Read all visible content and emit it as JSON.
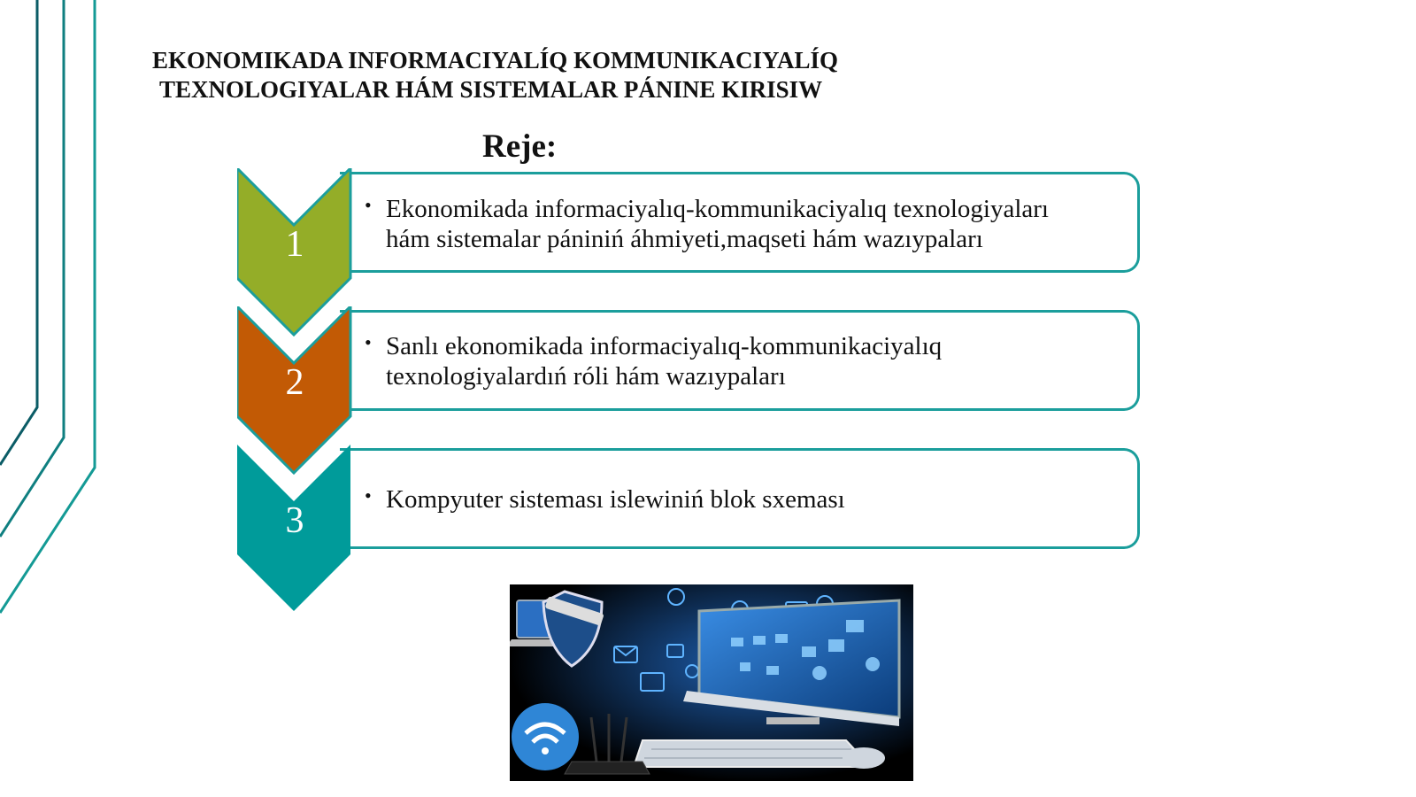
{
  "slide": {
    "title_line1": "EKONOMIKADA INFORMACIYALÍQ KOMMUNIKACIYALÍQ",
    "title_line2": "TEXNOLOGIYALAR HÁM SISTEMALAR PÁNINE KIRISIW",
    "plan_heading": "Reje:"
  },
  "items": [
    {
      "number": "1",
      "color": "#94ad28",
      "text_line1": "Ekonomikada informaciyalıq-kommunikaciyalıq texnologiyaları",
      "text_line2": "hám sistemalar pániniń áhmiyeti,maqseti hám wazıypaları"
    },
    {
      "number": "2",
      "color": "#c25a05",
      "text_line1": "Sanlı ekonomikada informaciyalıq-kommunikaciyalıq",
      "text_line2": "texnologiyalardıń róli hám wazıypaları"
    },
    {
      "number": "3",
      "color": "#009b9a",
      "text_line1": "Kompyuter sisteması islewiniń blok sxeması",
      "text_line2": ""
    }
  ],
  "colors": {
    "accent": "#1b9e9c",
    "deco_dark": "#0b5c66",
    "deco_light": "#149a95"
  },
  "icons": [
    "security-shield-icon",
    "wifi-icon",
    "computer-monitor-icon",
    "email-icon",
    "camera-icon",
    "music-icon"
  ]
}
